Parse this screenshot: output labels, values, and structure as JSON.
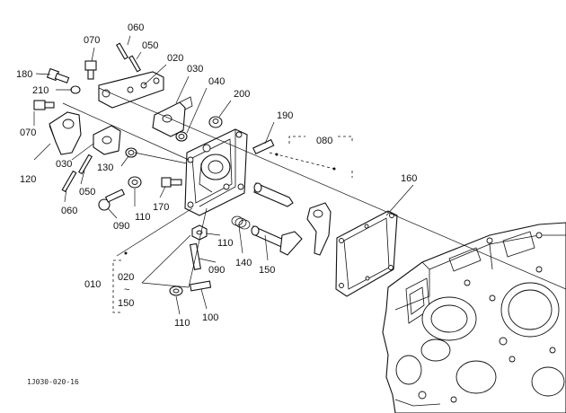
{
  "labels": {
    "p060a": "060",
    "p050a": "050",
    "p070a": "070",
    "p020a": "020",
    "p030a": "030",
    "p180": "180",
    "p210": "210",
    "p040": "040",
    "p200": "200",
    "p190": "190",
    "p070b": "070",
    "p080": "080",
    "p030b": "030",
    "p130": "130",
    "p120": "120",
    "p050b": "050",
    "p060b": "060",
    "p090a": "090",
    "p110a": "110",
    "p170": "170",
    "p160": "160",
    "p110b": "110",
    "p140": "140",
    "p150a": "150",
    "p090b": "090",
    "p010": "010",
    "p020b": "020",
    "tilde": "~",
    "p150b": "150",
    "p100": "100",
    "p110c": "110"
  },
  "caption": "1J030-020-16"
}
